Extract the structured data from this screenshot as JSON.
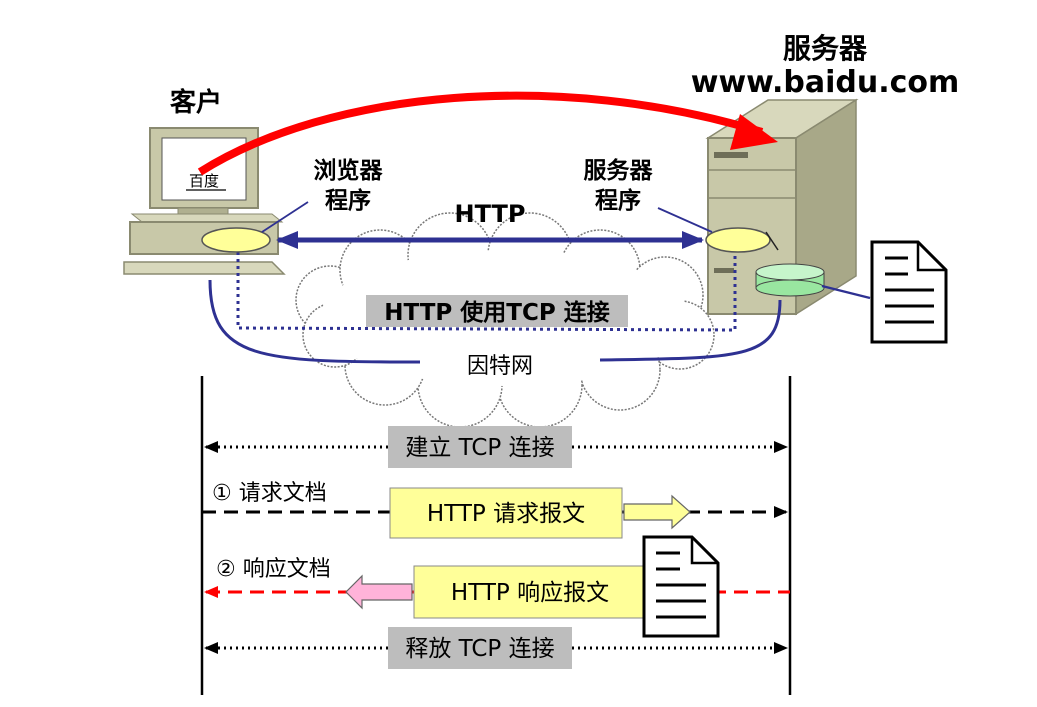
{
  "client": {
    "title": "客户",
    "screen_text": "百度"
  },
  "server": {
    "title": "服务器",
    "domain": "www.baidu.com"
  },
  "browser_label": [
    "浏览器",
    "程序"
  ],
  "server_program_label": [
    "服务器",
    "程序"
  ],
  "http_label": "HTTP",
  "tcp_label": "HTTP 使用TCP 连接",
  "internet_label": "因特网",
  "sequence": {
    "establish": "建立 TCP 连接",
    "request_step": "① 请求文档",
    "request_msg": "HTTP 请求报文",
    "response_step": "② 响应文档",
    "response_msg": "HTTP 响应报文",
    "release": "释放 TCP 连接"
  },
  "colors": {
    "navy": "#2e3192",
    "red": "#ff0000",
    "beige": "#c8c8a8",
    "beige_dark": "#a8a888",
    "ellipse": "#ffff99",
    "disk": "#99e6a0",
    "gray_box": "#bdbdbd",
    "yellow_box": "#ffff99",
    "pink": "#ffb3d9"
  },
  "icons": [
    "computer-icon",
    "server-icon",
    "document-icon",
    "cloud-icon",
    "database-disk-icon"
  ]
}
